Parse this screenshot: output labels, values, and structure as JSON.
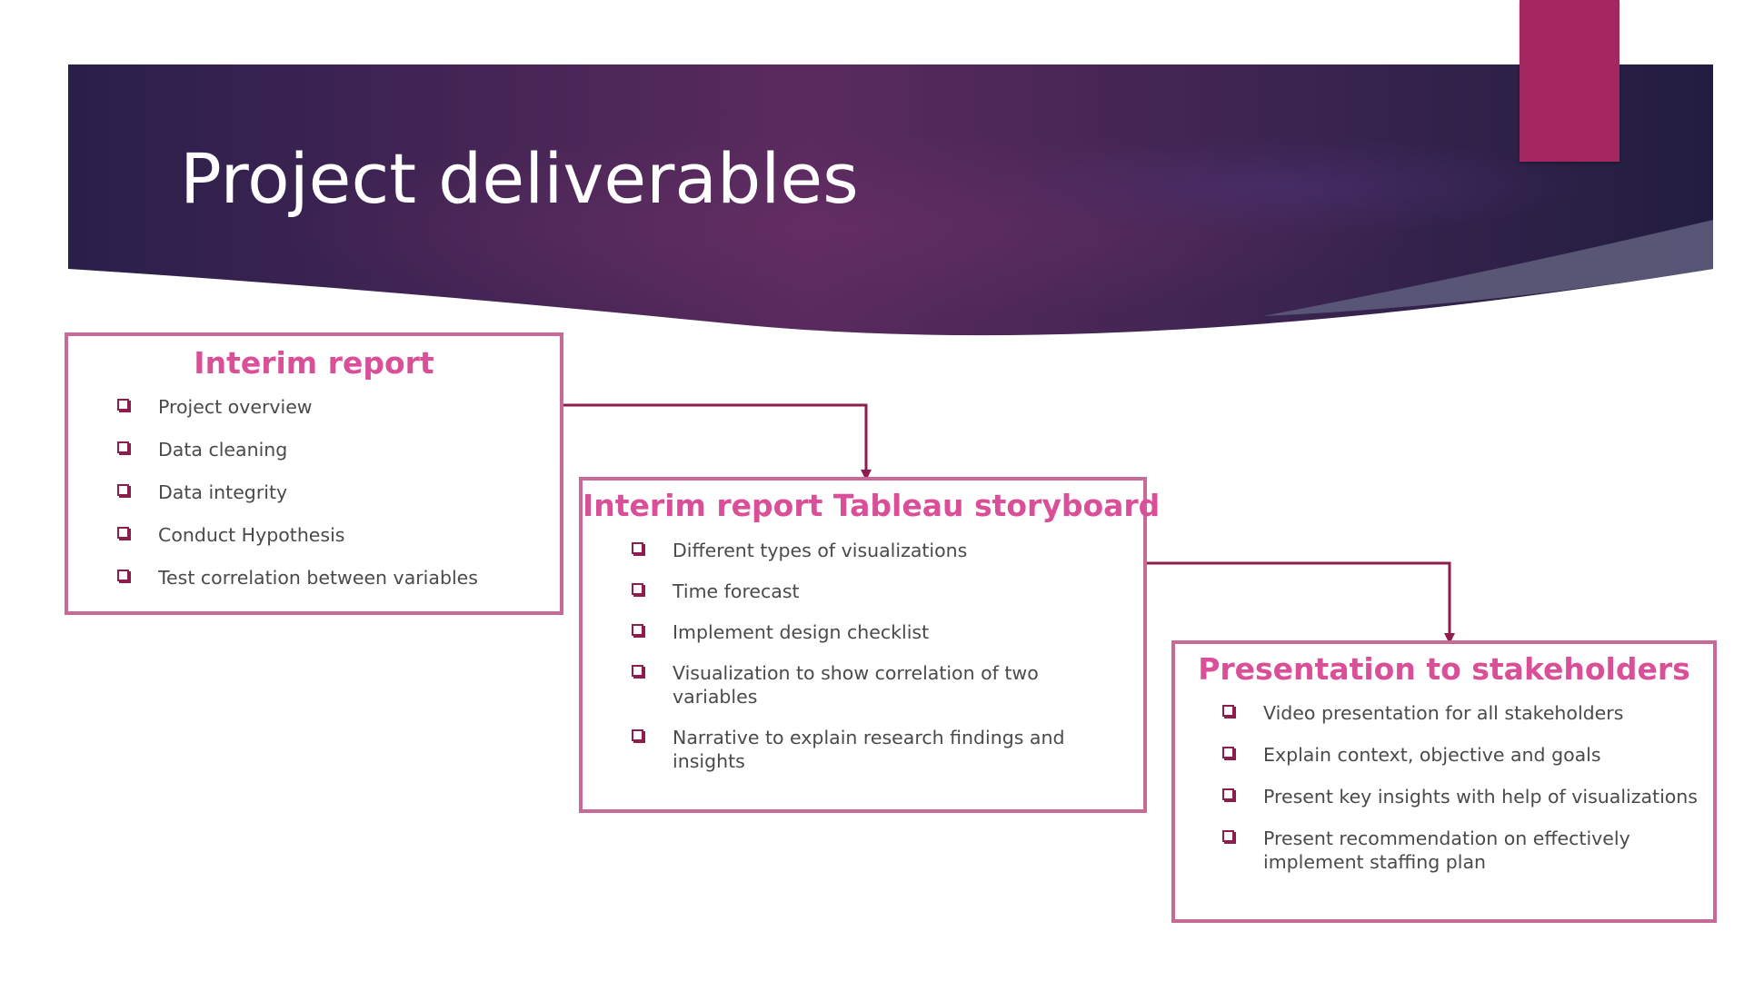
{
  "slide": {
    "title": "Project deliverables"
  },
  "colors": {
    "banner_dark": "#2a1f4a",
    "banner_mid": "#5a2a5e",
    "accent_tab": "#a4275f",
    "card_border": "#c76a98",
    "card_heading": "#d94f98",
    "connector": "#8e1c4c",
    "bullet": "#8e1c4c",
    "body_text": "#4a4a4a"
  },
  "cards": [
    {
      "heading": "Interim report",
      "items": [
        "Project overview",
        "Data cleaning",
        "Data integrity",
        "Conduct Hypothesis",
        "Test correlation between variables"
      ]
    },
    {
      "heading": "Interim report Tableau storyboard",
      "items": [
        "Different types of visualizations",
        "Time forecast",
        "Implement design checklist",
        "Visualization to show correlation of two variables",
        "Narrative to explain research findings and insights"
      ]
    },
    {
      "heading": "Presentation to stakeholders",
      "items": [
        "Video presentation for all stakeholders",
        "Explain context, objective and goals",
        "Present key insights with help of visualizations",
        "Present recommendation on effectively implement staffing plan"
      ]
    }
  ],
  "icons": {
    "bullet": "square-bullet-icon",
    "connector": "elbow-arrow-connector"
  }
}
